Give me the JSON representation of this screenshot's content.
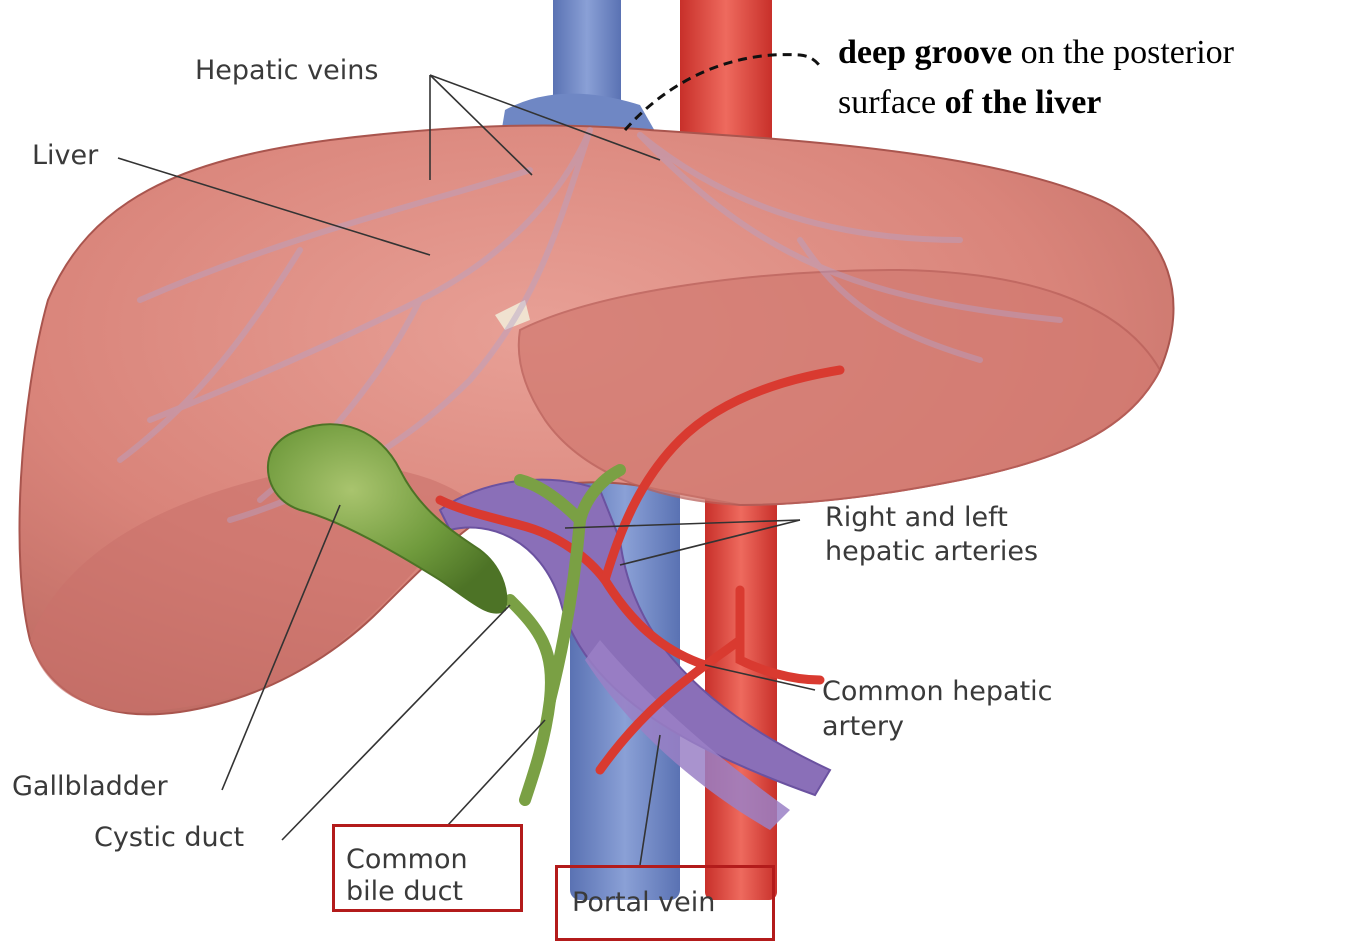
{
  "labels": {
    "hepatic_veins": "Hepatic veins",
    "liver": "Liver",
    "right_left_hepatic_arteries_line1": "Right and left",
    "right_left_hepatic_arteries_line2": "hepatic arteries",
    "common_hepatic_artery_line1": "Common hepatic",
    "common_hepatic_artery_line2": "artery",
    "gallbladder": "Gallbladder",
    "cystic_duct": "Cystic duct",
    "common_bile_duct_line1": "Common",
    "common_bile_duct_line2": "bile duct",
    "portal_vein": "Portal vein"
  },
  "annotation": {
    "line1_bold": "deep groove",
    "line1_rest": " on the posterior",
    "line2_start": "surface ",
    "line2_bold": "of the liver"
  },
  "colors": {
    "liver": "#d9847a",
    "liver_dark": "#b9605a",
    "ivc": "#6f87c4",
    "aorta": "#e0453a",
    "gallbladder": "#6f9a3c",
    "portal_vein": "#8a6fb8",
    "highlight_box": "#b31b1b"
  }
}
